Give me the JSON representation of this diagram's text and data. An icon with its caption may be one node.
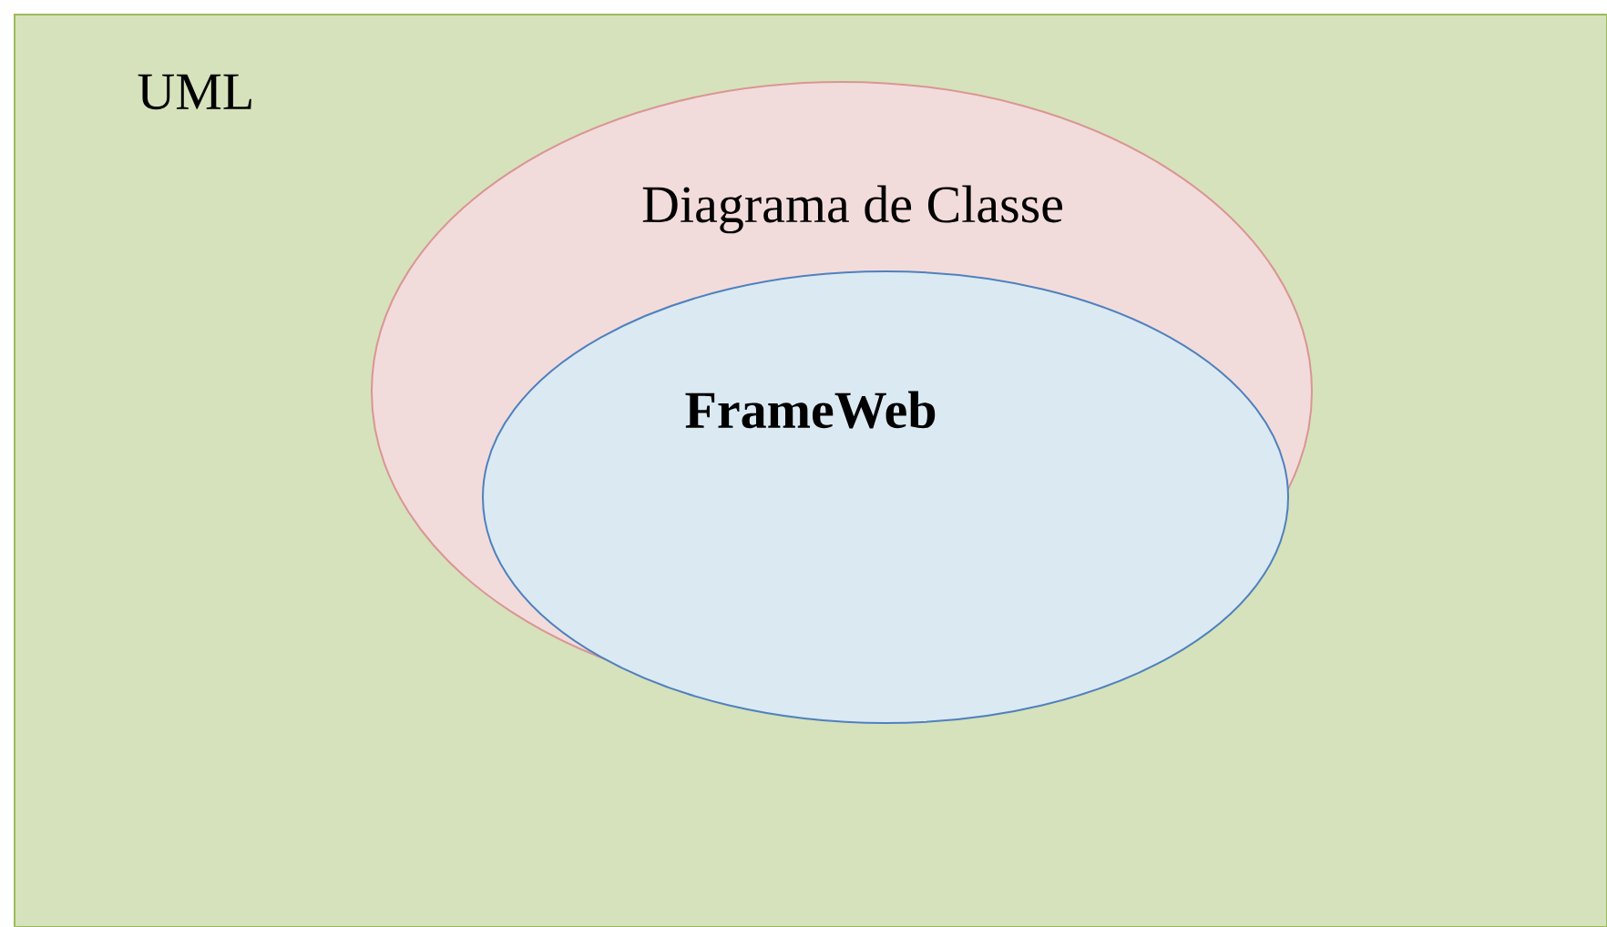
{
  "diagram": {
    "nodes": [
      {
        "text": [
          "UML"
        ]
      },
      {
        "text": [
          "Diagrama de Classe"
        ],
        "in": 0
      },
      {
        "text": [
          "FrameWeb"
        ],
        "in": 1
      }
    ]
  }
}
